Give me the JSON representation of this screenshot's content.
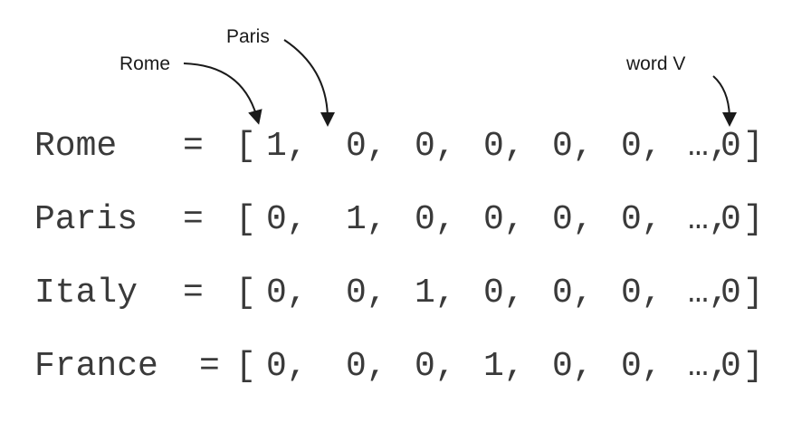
{
  "annotations": {
    "rome": "Rome",
    "paris": "Paris",
    "word_v": "word V"
  },
  "equals": "=",
  "open_bracket": "[",
  "close_bracket": "]",
  "rows": [
    {
      "word": "Rome",
      "cells": [
        "1,",
        "0,",
        "0,",
        "0,",
        "0,",
        "0,",
        "…,",
        "0"
      ]
    },
    {
      "word": "Paris",
      "cells": [
        "0,",
        "1,",
        "0,",
        "0,",
        "0,",
        "0,",
        "…,",
        "0"
      ]
    },
    {
      "word": "Italy",
      "cells": [
        "0,",
        "0,",
        "1,",
        "0,",
        "0,",
        "0,",
        "…,",
        "0"
      ]
    },
    {
      "word": "France",
      "cells": [
        "0,",
        "0,",
        "0,",
        "1,",
        "0,",
        "0,",
        "…,",
        "0"
      ]
    }
  ]
}
